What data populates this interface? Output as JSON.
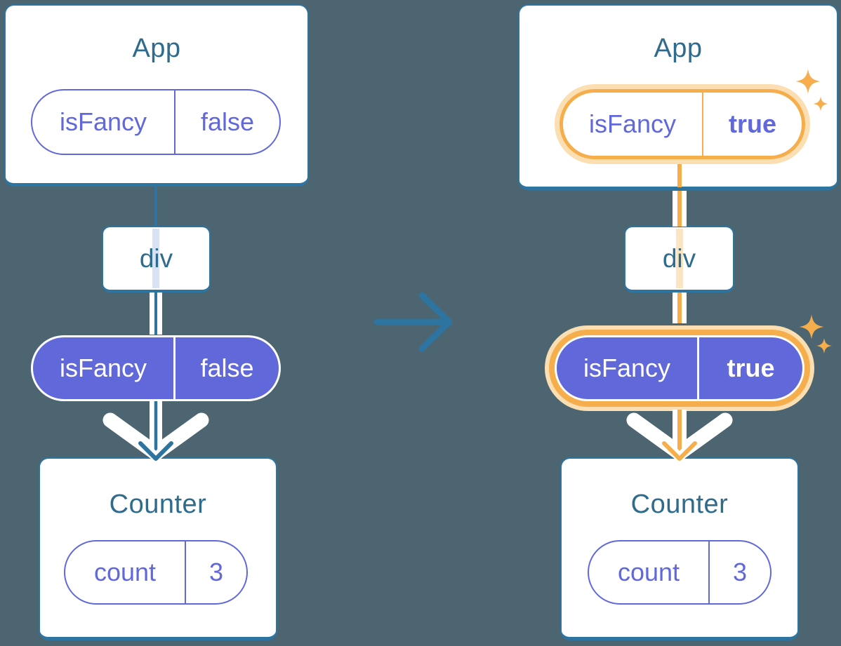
{
  "diagram": {
    "left": {
      "app_label": "App",
      "state_pill": {
        "key": "isFancy",
        "value": "false"
      },
      "div_label": "div",
      "prop_pill": {
        "key": "isFancy",
        "value": "false"
      },
      "counter_label": "Counter",
      "count_pill": {
        "key": "count",
        "value": "3"
      }
    },
    "right": {
      "app_label": "App",
      "state_pill": {
        "key": "isFancy",
        "value": "true"
      },
      "div_label": "div",
      "prop_pill": {
        "key": "isFancy",
        "value": "true"
      },
      "counter_label": "Counter",
      "count_pill": {
        "key": "count",
        "value": "3"
      }
    }
  },
  "icons": {
    "transition": "arrow-right-icon",
    "highlight": "sparkle-icon"
  },
  "colors": {
    "background": "#4C6570",
    "stroke_blue": "#2E74A0",
    "title_text": "#2F6B8D",
    "purple": "#6168DA",
    "highlight_orange": "#F5AE4B",
    "highlight_halo": "#FBDFB2",
    "faded_blue_trace": "#D9E2F4",
    "faded_orange_trace": "#FBE4C2"
  }
}
